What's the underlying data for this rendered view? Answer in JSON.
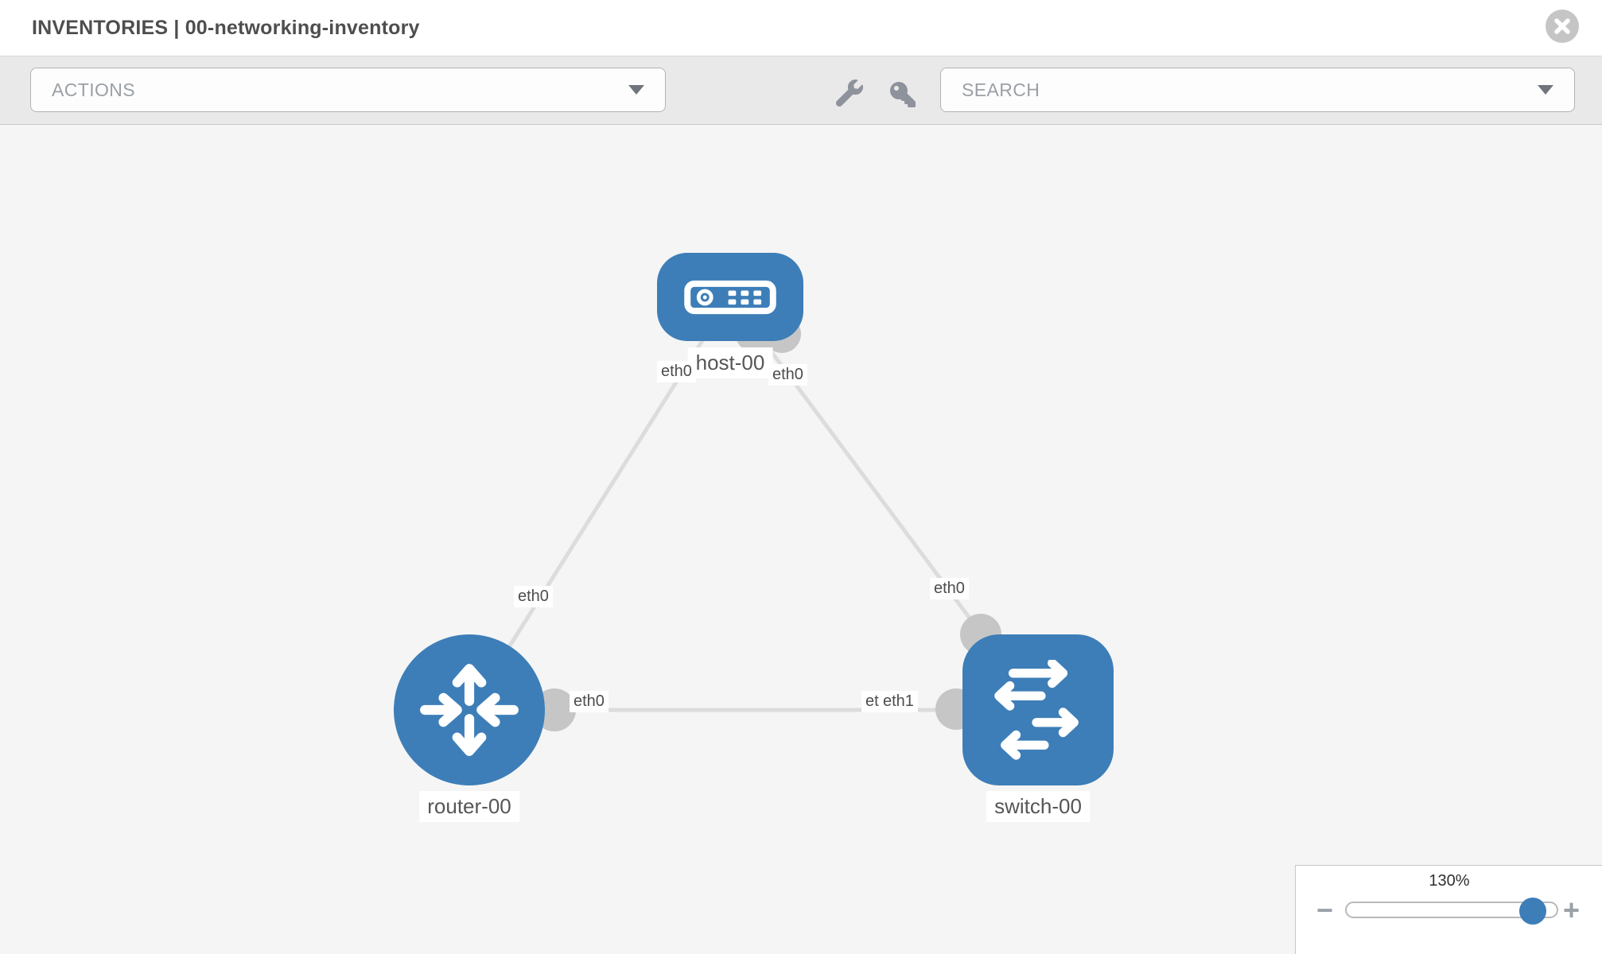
{
  "header": {
    "title": "INVENTORIES | 00-networking-inventory"
  },
  "toolbar": {
    "actions_label": "ACTIONS",
    "search_placeholder": "SEARCH"
  },
  "topology": {
    "nodes": [
      {
        "id": "host-00",
        "label": "host-00",
        "type": "host",
        "icon": "server-icon"
      },
      {
        "id": "router-00",
        "label": "router-00",
        "type": "router",
        "icon": "route-arrows-icon"
      },
      {
        "id": "switch-00",
        "label": "switch-00",
        "type": "switch",
        "icon": "switch-arrows-icon"
      }
    ],
    "links": [
      {
        "from": "host-00",
        "to": "router-00",
        "from_interface": "eth0",
        "to_interface": "eth0"
      },
      {
        "from": "host-00",
        "to": "switch-00",
        "from_interface": "eth0",
        "to_interface": "eth0"
      },
      {
        "from": "router-00",
        "to": "switch-00",
        "from_interface": "eth0",
        "to_interface": "eth1"
      }
    ],
    "overlapped_label": "eth0"
  },
  "zoom_control": {
    "value": "130%",
    "minus_label": "−",
    "plus_label": "+"
  },
  "colors": {
    "node_blue": "#3d7eb8",
    "link_gray": "#dcdcdc",
    "endpoint_gray": "#c6c6c6",
    "canvas_bg": "#f5f5f5",
    "toolbar_bg": "#e9e9e9"
  }
}
